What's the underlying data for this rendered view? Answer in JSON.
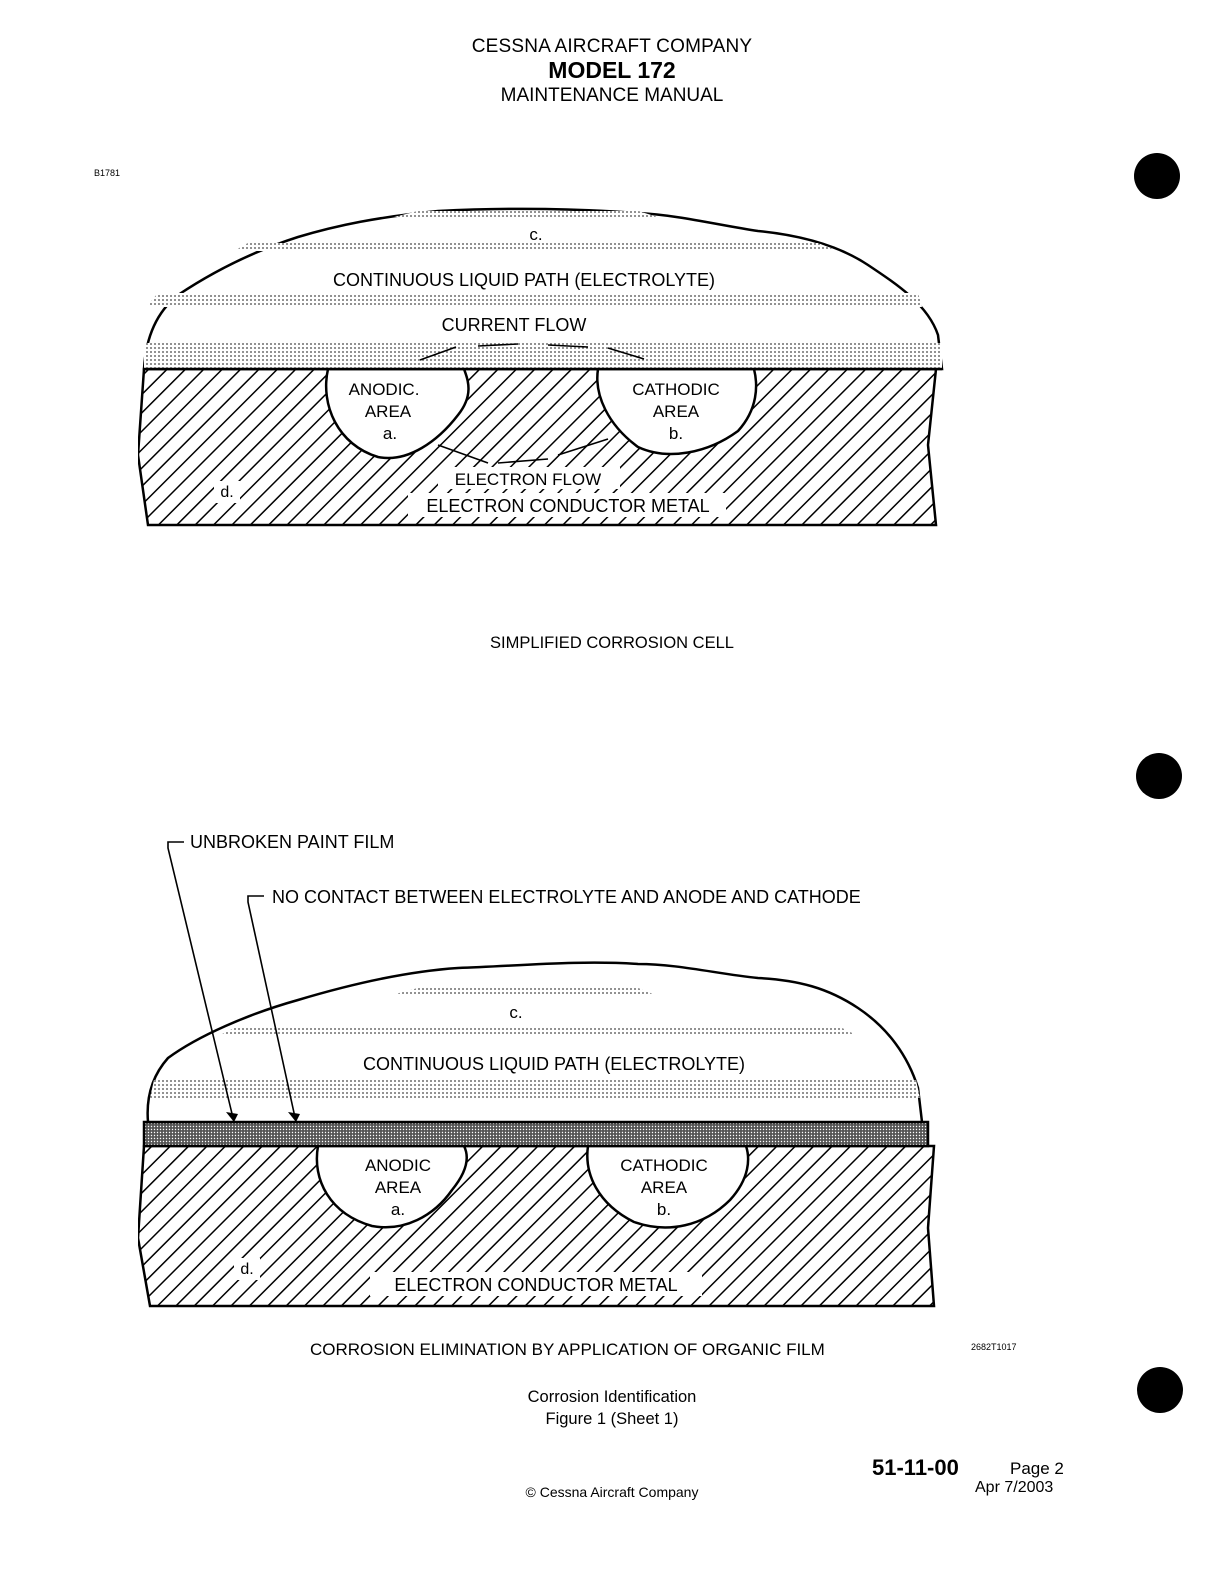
{
  "header": {
    "company": "CESSNA AIRCRAFT COMPANY",
    "model": "MODEL 172",
    "manual": "MAINTENANCE MANUAL"
  },
  "figure_ref_top": "B1781",
  "figure_ref_bottom": "2682T1017",
  "top_diagram": {
    "label_c": "c.",
    "electrolyte": "CONTINUOUS LIQUID PATH (ELECTROLYTE)",
    "current_flow": "CURRENT  FLOW",
    "anodic_line1": "ANODIC.",
    "anodic_line2": "AREA",
    "anodic_line3": "a.",
    "cathodic_line1": "CATHODIC",
    "cathodic_line2": "AREA",
    "cathodic_line3": "b.",
    "electron_flow": "ELECTRON FLOW",
    "conductor": "ELECTRON CONDUCTOR METAL",
    "label_d": "d.",
    "caption": "SIMPLIFIED CORROSION CELL"
  },
  "bottom_diagram": {
    "callout_paint": "UNBROKEN PAINT FILM",
    "callout_contact": "NO CONTACT BETWEEN ELECTROLYTE AND ANODE AND CATHODE",
    "label_c": "c.",
    "electrolyte": "CONTINUOUS LIQUID PATH (ELECTROLYTE)",
    "anodic_line1": "ANODIC",
    "anodic_line2": "AREA",
    "anodic_line3": "a.",
    "cathodic_line1": "CATHODIC",
    "cathodic_line2": "AREA",
    "cathodic_line3": "b.",
    "conductor": "ELECTRON CONDUCTOR METAL",
    "label_d": "d.",
    "caption": "CORROSION ELIMINATION BY  APPLICATION OF ORGANIC FILM"
  },
  "figure_title": {
    "line1": "Corrosion Identification",
    "line2": "Figure 1 (Sheet 1)"
  },
  "footer": {
    "section": "51-11-00",
    "page": "Page 2",
    "date": "Apr 7/2003",
    "copyright": "© Cessna Aircraft Company"
  }
}
